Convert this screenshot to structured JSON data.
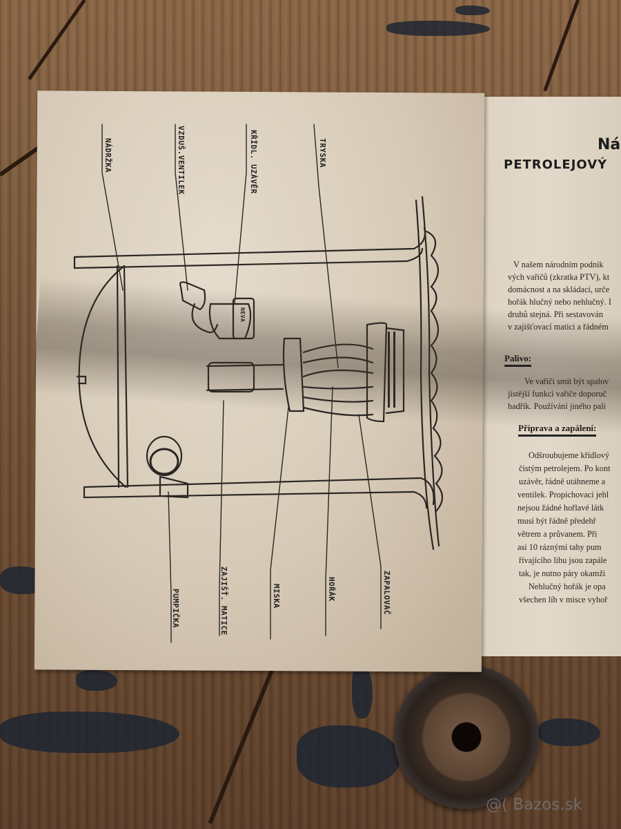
{
  "scene": {
    "description": "Photo of an old printed instruction leaflet for a kerosene (petroleum) stove lying on a worn wooden surface",
    "background": "weathered wooden planks with dark paint stains",
    "colors": {
      "paper": "#d9ccb9",
      "ink": "#222222",
      "wood": "#7a5a3d",
      "stain": "#1f2633"
    }
  },
  "leaflet": {
    "title_line1": "Ná",
    "title_line2": "PETROLEJOVÝ",
    "diagram": {
      "stamp_label": "NEVA",
      "labels_top": [
        "NÁDRŽKA",
        "VZDUŠ.VENTILEK",
        "KŘÍDL. UZÁVĚR",
        "TRYSKA"
      ],
      "labels_bottom": [
        "PUMPIČKA",
        "ZAJIŠŤ. MATICE",
        "MISKA",
        "HOŘÁK",
        "ZAPALOVAČ"
      ]
    },
    "intro_paragraph": [
      "V našem národním podnik",
      "vých vařičů (zkratka PTV), kt",
      "domácnost a na skládací, urče",
      "hořák hlučný nebo nehlučný. I",
      "druhů stejná. Při sestavován",
      "v zajišťovací matici a řádném"
    ],
    "section_fuel": {
      "heading": "Palivo:",
      "lines": [
        "Ve vařiči smít být spalov",
        "jistější funkci vařiče doporuč",
        "hadřík. Používání jiného pali"
      ]
    },
    "section_prep": {
      "heading": "Příprava a zapálení:",
      "lines": [
        "Odšroubujeme křídlový",
        "čistým petrolejem. Po kont",
        "uzávěr, řádně utáhneme a",
        "ventilek. Propichovaci jehl",
        "nejsou žádné hořlavé látk",
        "musí být řádně předehř",
        "větrem a průvanem. Při",
        "asi 10 ráznými tahy pum",
        "řívajícího lihu jsou zapále",
        "tak, je nutno páry okamži",
        "Nehlučný hořák je opa",
        "všechen líh v misce vyhoř"
      ]
    }
  },
  "watermark": "@( Bazos.sk"
}
